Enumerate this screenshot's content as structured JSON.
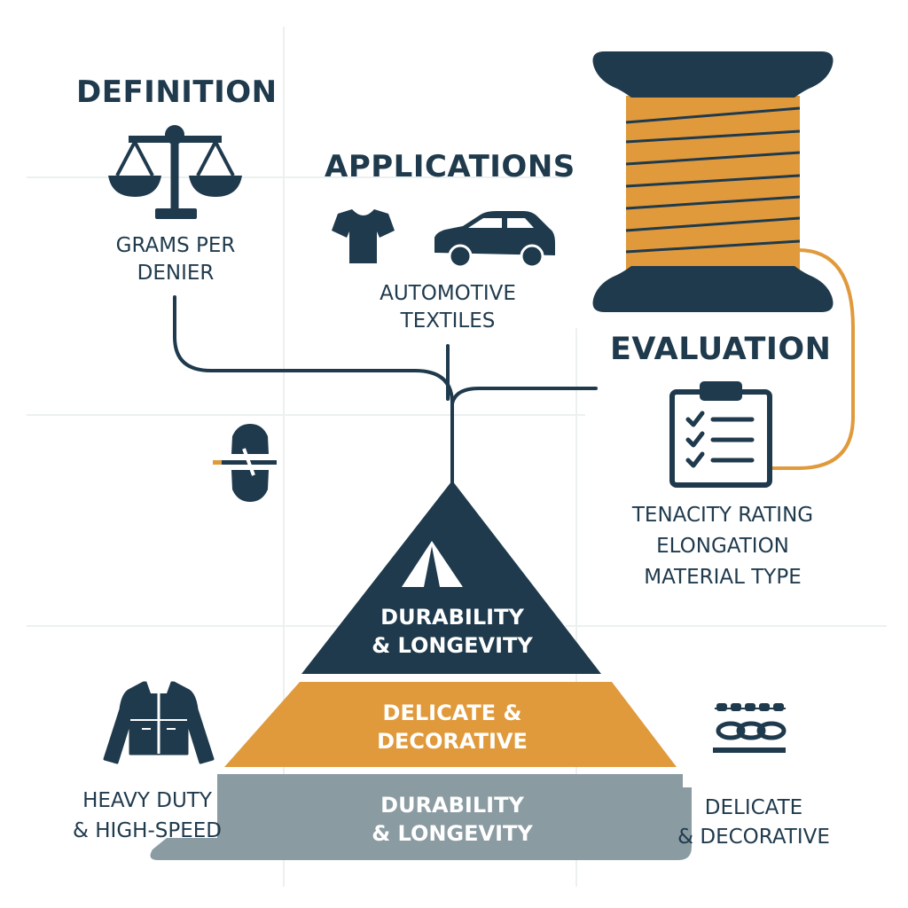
{
  "colors": {
    "navy": "#1f3a4d",
    "orange": "#e09a3c",
    "slate": "#8a9ba2",
    "gridline": "#edf0f1",
    "white": "#ffffff"
  },
  "icons": {
    "definition": "balance-scale-icon",
    "applications_left": "t-shirt-icon",
    "applications_right": "car-icon",
    "spool": "thread-spool-icon",
    "evaluation": "clipboard-checklist-icon",
    "left_mid": "thread-cutter-icon",
    "pyramid_top": "tent-icon",
    "bottom_left": "jacket-icon",
    "bottom_right": "chain-stitch-icon"
  },
  "definition": {
    "title": "DEFINITION",
    "lines": [
      "GRAMS PER",
      "DENIER"
    ]
  },
  "applications": {
    "title": "APPLICATIONS",
    "lines": [
      "AUTOMOTIVE",
      "TEXTILES"
    ]
  },
  "evaluation": {
    "title": "EVALUATION",
    "lines": [
      "TENACITY RATING",
      "ELONGATION",
      "MATERIAL TYPE"
    ]
  },
  "pyramid": {
    "top": [
      "DURABILITY",
      "& LONGEVITY"
    ],
    "middle": [
      "DELICATE &",
      "DECORATIVE"
    ],
    "bottom": [
      "DURABILITY",
      "& LONGEVITY"
    ]
  },
  "sides": {
    "left": [
      "HEAVY DUTY",
      "& HIGH-SPEED"
    ],
    "right": [
      "DELICATE",
      "& DECORATIVE"
    ]
  }
}
